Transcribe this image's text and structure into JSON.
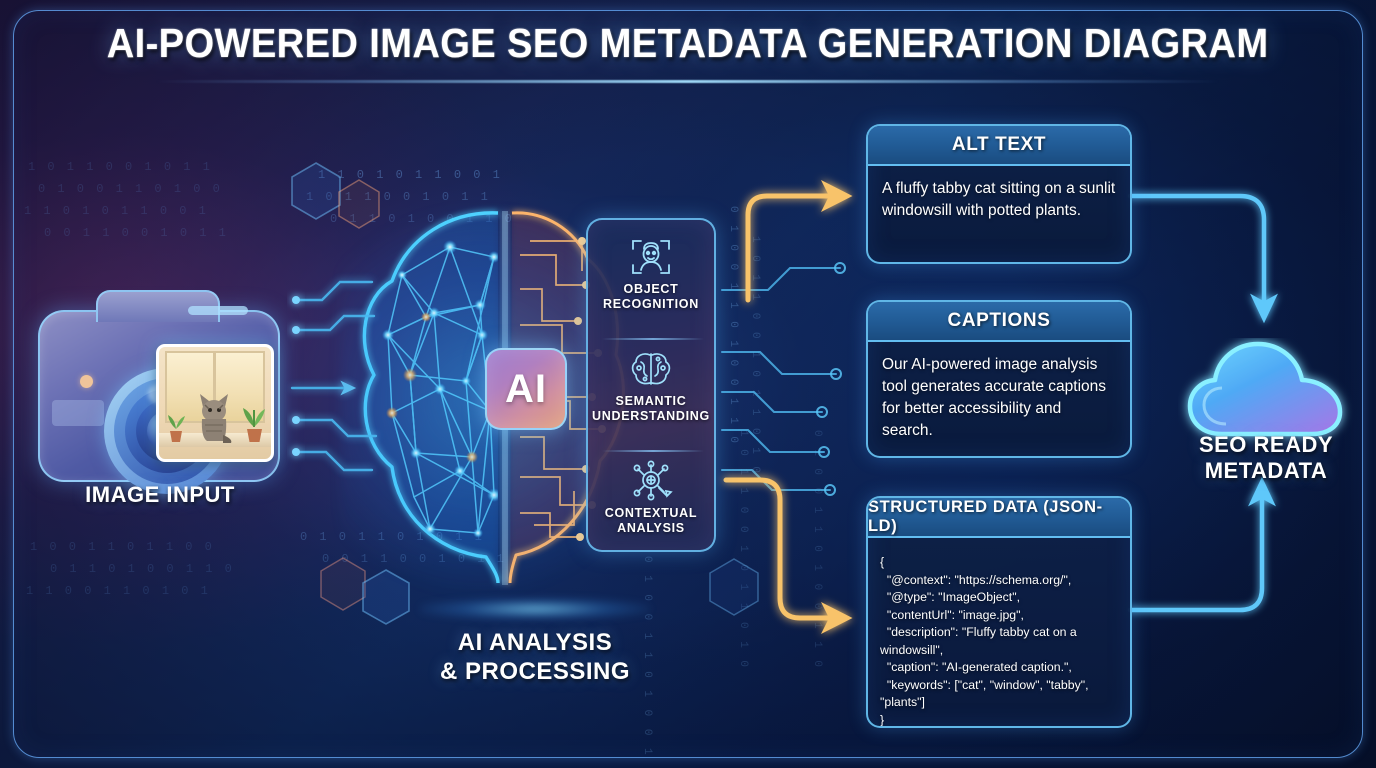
{
  "page": {
    "title": "AI-POWERED IMAGE SEO METADATA GENERATION DIAGRAM"
  },
  "colors": {
    "accent_cyan": "#5ec8fa",
    "accent_orange": "#f8c36a",
    "card_header_blue": "#225d98",
    "card_body_navy": "#0e2148",
    "background_navy": "#0a1c48",
    "background_purple": "#2a1b4a",
    "text_white": "#ffffff"
  },
  "input": {
    "icon": "camera-icon",
    "thumbnail_icon": "cat-on-windowsill-photo",
    "label": "IMAGE INPUT"
  },
  "processing": {
    "brain_icon": "ai-brain-network-icon",
    "chip_label": "AI",
    "label_line1": "AI ANALYSIS",
    "label_line2": "& PROCESSING",
    "label": "AI ANALYSIS\n& PROCESSING"
  },
  "capabilities": [
    {
      "icon": "object-recognition-scan-icon",
      "label": "OBJECT\nRECOGNITION"
    },
    {
      "icon": "brain-icon",
      "label": "SEMANTIC\nUNDERSTANDING"
    },
    {
      "icon": "contextual-network-icon",
      "label": "CONTEXTUAL\nANALYSIS"
    }
  ],
  "outputs": [
    {
      "id": "alt-text",
      "title": "ALT TEXT",
      "body": "A fluffy tabby cat sitting on a sunlit windowsill with potted plants."
    },
    {
      "id": "captions",
      "title": "CAPTIONS",
      "body": "Our AI-powered image analysis tool generates accurate captions for better accessibility and search."
    },
    {
      "id": "structured-data",
      "title": "STRUCTURED DATA (JSON-LD)",
      "body": "{\n  \"@context\": \"https://schema.org/\",\n  \"@type\": \"ImageObject\",\n  \"contentUrl\": \"image.jpg\",\n  \"description\": \"Fluffy tabby cat on a windowsill\",\n  \"caption\": \"AI-generated caption.\",\n  \"keywords\": [\"cat\", \"window\", \"tabby\", \"plants\"]\n}"
    }
  ],
  "destination": {
    "icon": "cloud-icon",
    "label_line1": "SEO READY",
    "label_line2": "METADATA",
    "label": "SEO READY\nMETADATA"
  },
  "decor": {
    "binary_rows": [
      "1 0 1 1 0 0 1 0 1 1",
      "0 1 0 0 1 1 0 1 0 0",
      "1 1 0 1 0 1 1 0 0 1",
      "0 0 1 1 0 0 1 0 1 1",
      "1 0 0 1 1 0 1 1 0 0",
      "0 1 1 0 1 0 0 1 1 0",
      "1 1 0 0 1 1 0 1 0 1",
      "0 1 0 1 1 0 1 0 1 1"
    ],
    "binary_vertical": "0 1 0 0 1 1 0 1 0 0 1 1 0",
    "binary_vertical_alt": "1 0 1 1 0 0 1 0 1 1 0 1 0"
  }
}
